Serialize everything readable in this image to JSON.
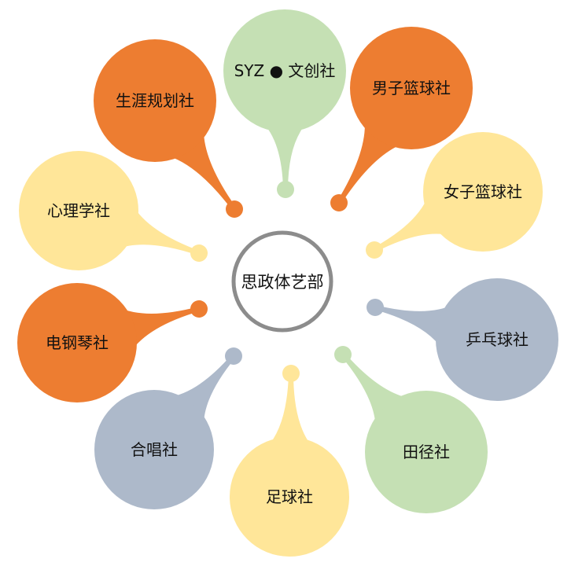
{
  "center": {
    "label": "思政体艺部"
  },
  "colors": {
    "orange": "#ED7D31",
    "yellow": "#FFE699",
    "green": "#C5E0B4",
    "blue_gray": "#ADB9CA",
    "ring": "#8C8C8C"
  },
  "clubs": [
    {
      "label": "SYZ ● 文创社",
      "color": "green"
    },
    {
      "label": "男子篮球社",
      "color": "orange"
    },
    {
      "label": "女子篮球社",
      "color": "yellow"
    },
    {
      "label": "乒乓球社",
      "color": "blue_gray"
    },
    {
      "label": "田径社",
      "color": "green"
    },
    {
      "label": "足球社",
      "color": "yellow"
    },
    {
      "label": "合唱社",
      "color": "blue_gray"
    },
    {
      "label": "电钢琴社",
      "color": "orange"
    },
    {
      "label": "心理学社",
      "color": "yellow"
    },
    {
      "label": "生涯规划社",
      "color": "orange"
    }
  ]
}
